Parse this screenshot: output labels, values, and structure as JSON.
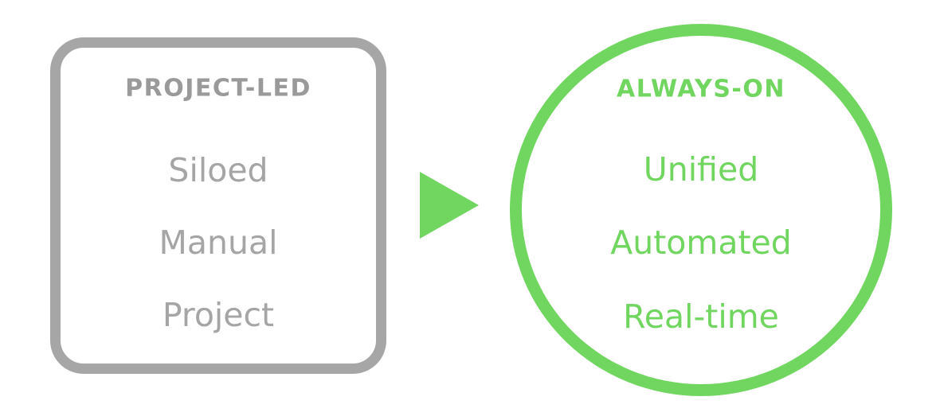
{
  "colors": {
    "border_gray": "#a6a6a6",
    "heading_gray": "#9a9a9a",
    "body_gray": "#a5a5a5",
    "green": "#70d65f"
  },
  "left_box": {
    "heading": "PROJECT-LED",
    "items": [
      "Siloed",
      "Manual",
      "Project"
    ]
  },
  "arrow": {
    "icon": "right-arrow"
  },
  "right_circle": {
    "heading": "ALWAYS-ON",
    "items": [
      "Unified",
      "Automated",
      "Real-time"
    ]
  }
}
